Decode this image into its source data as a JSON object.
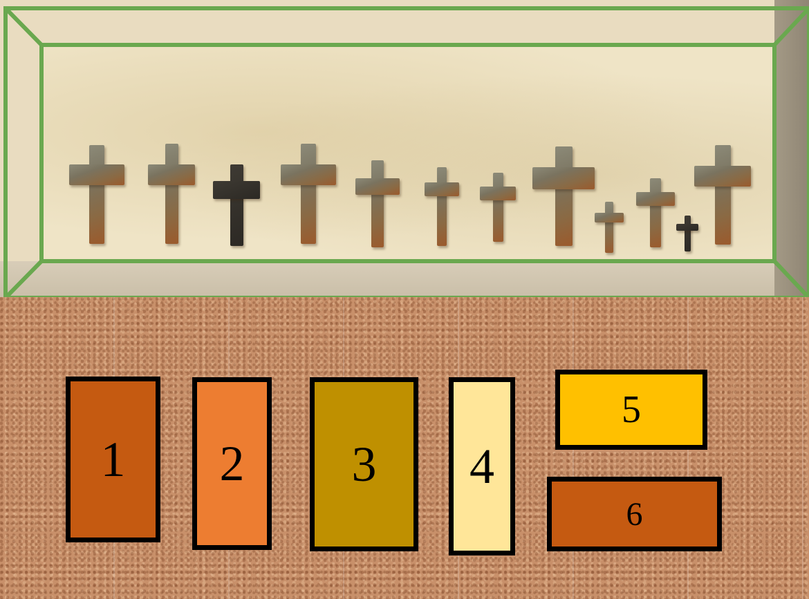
{
  "shelf": {
    "frame_color": "#6aa84f",
    "crosses": [
      {
        "style": "weathered"
      },
      {
        "style": "weathered"
      },
      {
        "style": "dark"
      },
      {
        "style": "weathered"
      },
      {
        "style": "weathered"
      },
      {
        "style": "weathered"
      },
      {
        "style": "weathered"
      },
      {
        "style": "weathered"
      },
      {
        "style": "weathered"
      },
      {
        "style": "weathered"
      },
      {
        "style": "dark"
      },
      {
        "style": "weathered"
      }
    ]
  },
  "tiles": [
    {
      "label": "1",
      "color": "#c55a11"
    },
    {
      "label": "2",
      "color": "#ed7d31"
    },
    {
      "label": "3",
      "color": "#bf9000"
    },
    {
      "label": "4",
      "color": "#ffe699"
    },
    {
      "label": "5",
      "color": "#ffc000"
    },
    {
      "label": "6",
      "color": "#c55a11"
    }
  ]
}
